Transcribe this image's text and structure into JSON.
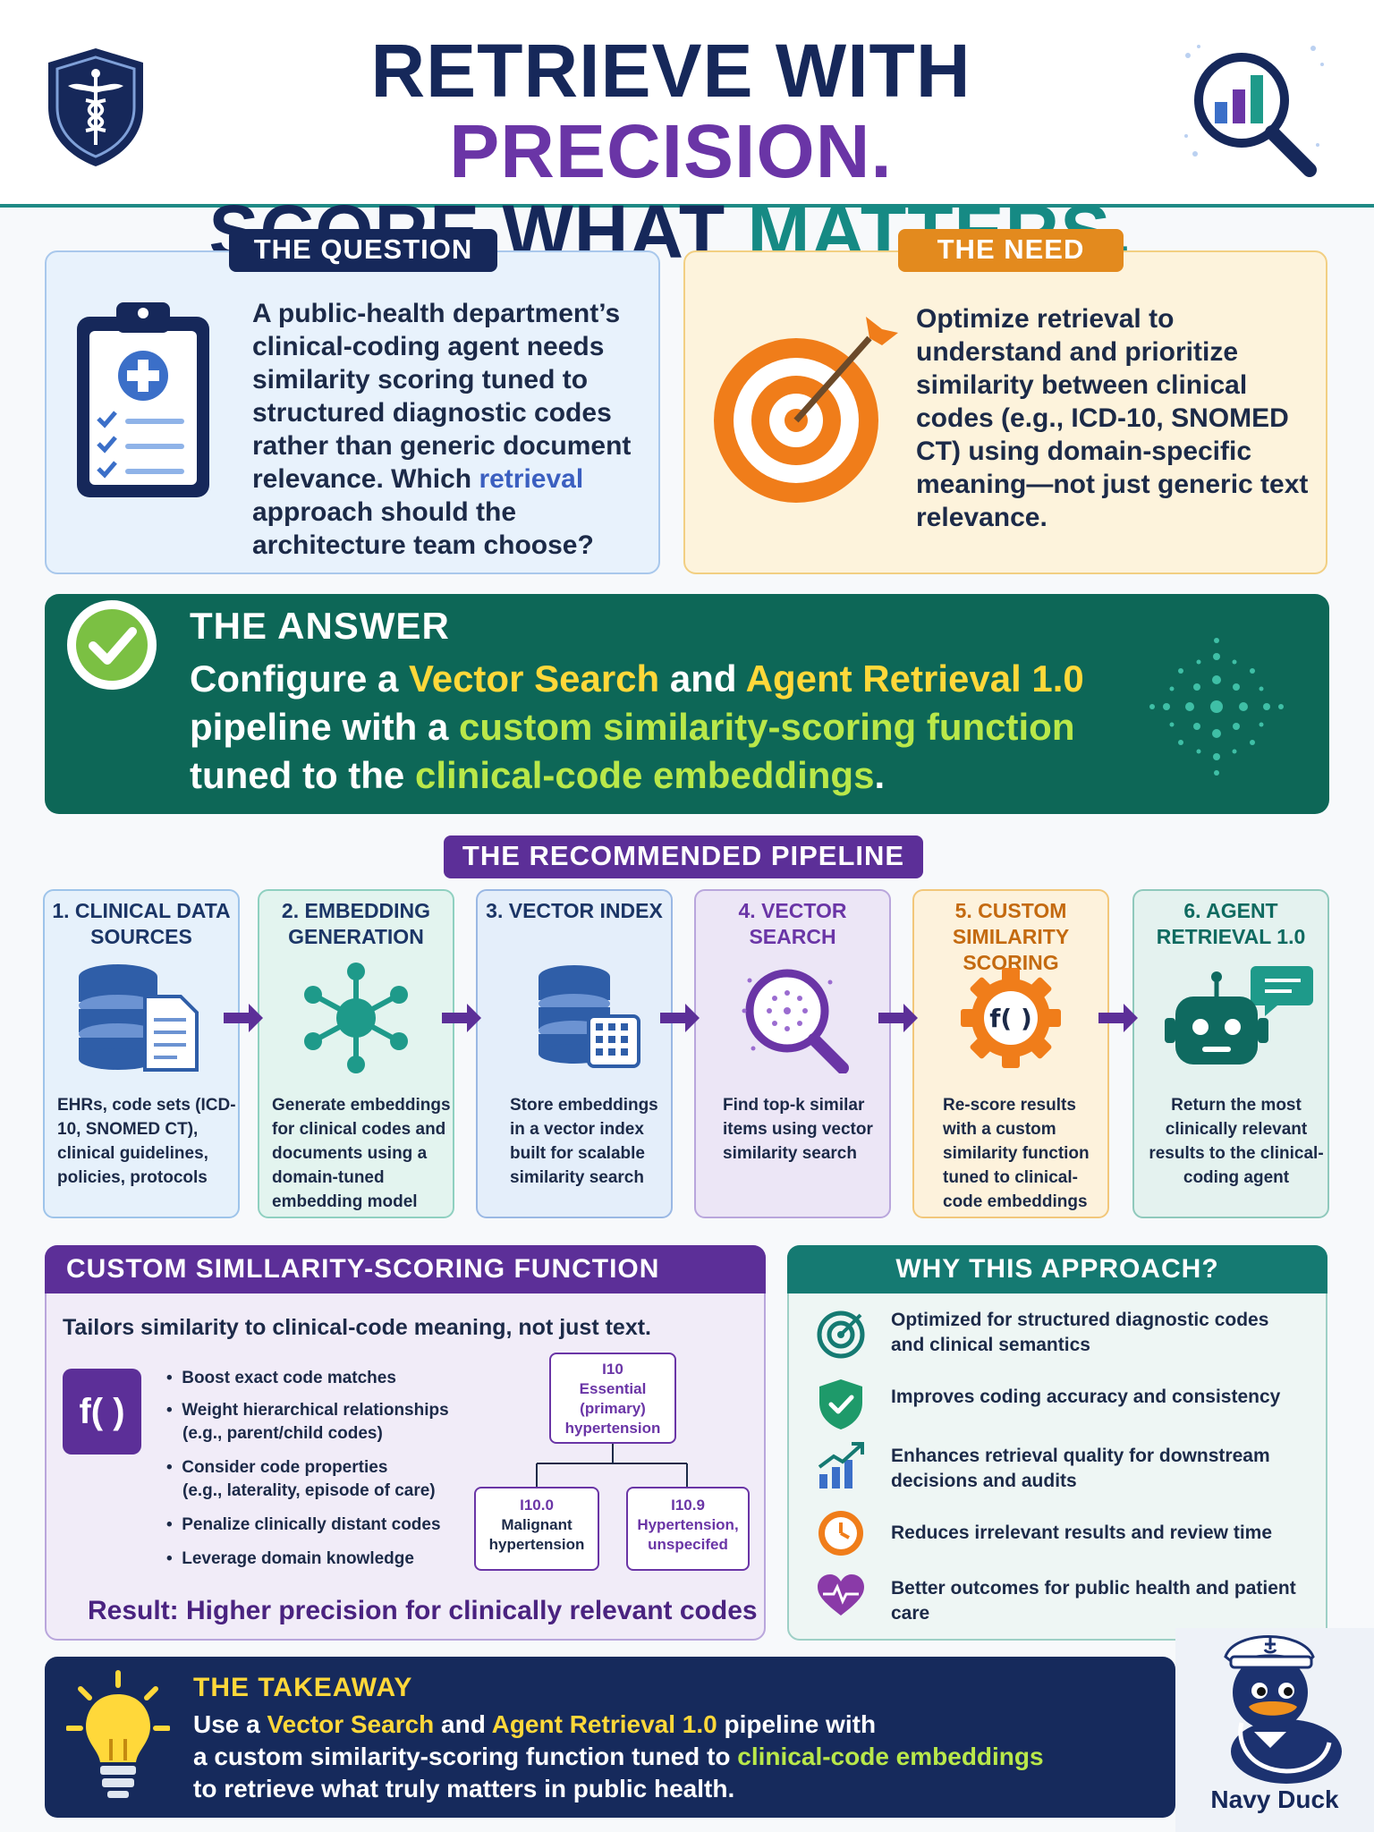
{
  "header": {
    "title_line1_a": "RETRIEVE WITH ",
    "title_line1_b": "PRECISION.",
    "title_line2_a": "SCORE WHAT ",
    "title_line2_b": "MATTERS."
  },
  "question": {
    "label": "THE QUESTION",
    "text_a": "A public-health department’s clinical-coding agent needs similarity scoring tuned to structured diagnostic codes rather than generic document relevance. Which ",
    "text_hl": "retrieval",
    "text_b": " approach should the architecture team choose?"
  },
  "need": {
    "label": "THE NEED",
    "text": "Optimize retrieval to understand and prioritize similarity between clinical codes (e.g., ICD-10, SNOMED CT) using domain-specific meaning—not just generic text relevance."
  },
  "answer": {
    "label": "THE ANSWER",
    "p1": "Configure a ",
    "p2": "Vector Search",
    "p3": " and ",
    "p4": "Agent Retrieval 1.0",
    "p5": " pipeline with a ",
    "p6": "custom similarity-scoring function",
    "p7": " tuned to the ",
    "p8": "clinical-code embeddings",
    "p9": "."
  },
  "pipeline": {
    "label": "THE RECOMMENDED PIPELINE",
    "steps": [
      {
        "title": "1. CLINICAL DATA SOURCES",
        "desc": "EHRs, code sets (ICD-10, SNOMED CT), clinical guidelines, policies, protocols"
      },
      {
        "title": "2. EMBEDDING GENERATION",
        "desc": "Generate embeddings for clinical codes and documents using a domain-tuned embedding model"
      },
      {
        "title": "3. VECTOR INDEX",
        "desc": "Store embeddings in a vector index built for scalable similarity search"
      },
      {
        "title": "4. VECTOR SEARCH",
        "desc": "Find top-k similar items using vector similarity search"
      },
      {
        "title": "5. CUSTOM SIMILARITY SCORING",
        "desc": "Re-score results with a custom similarity function tuned to clinical-code embeddings"
      },
      {
        "title": "6. AGENT RETRIEVAL 1.0",
        "desc": "Return the most clinically relevant results to the clinical-coding agent"
      }
    ],
    "func_glyph": "f( )"
  },
  "custom": {
    "label": "CUSTOM SIMLLARITY-SCORING FUNCTION",
    "subtitle": "Tailors similarity to clinical-code meaning, not just text.",
    "func_glyph": "f( )",
    "bullets": [
      {
        "main": "Boost exact code matches",
        "sub": ""
      },
      {
        "main": "Weight hierarchical relationships",
        "sub": "(e.g., parent/child codes)"
      },
      {
        "main": "Consider code properties",
        "sub": "(e.g., laterality, episode of care)"
      },
      {
        "main": "Penalize clinically distant codes",
        "sub": ""
      },
      {
        "main": "Leverage domain knowledge",
        "sub": ""
      }
    ],
    "tree": {
      "root_code": "I10",
      "root_name": "Essential (primary) hypertension",
      "left_code": "I10.0",
      "left_name": "Malignant hypertension",
      "right_code": "I10.9",
      "right_name": "Hypertension, unspecifed"
    },
    "result": "Result: Higher precision for clinically relevant codes"
  },
  "why": {
    "label": "WHY THIS APPROACH?",
    "items": [
      {
        "icon": "target-icon",
        "text": "Optimized for structured diagnostic codes and clinical semantics"
      },
      {
        "icon": "shield-check-icon",
        "text": "Improves coding accuracy and consistency"
      },
      {
        "icon": "growth-chart-icon",
        "text": "Enhances retrieval quality for downstream decisions and audits"
      },
      {
        "icon": "clock-icon",
        "text": "Reduces irrelevant results and review time"
      },
      {
        "icon": "heart-pulse-icon",
        "text": "Better outcomes for public health and patient care"
      }
    ]
  },
  "takeaway": {
    "label": "THE TAKEAWAY",
    "p1": "Use a ",
    "p2": "Vector Search",
    "p3": " and ",
    "p4": "Agent Retrieval 1.0",
    "p5": " pipeline with",
    "p6": "a custom similarity-scoring function tuned to ",
    "p7": "clinical-code embeddings",
    "p8": "to retrieve what truly matters in public health."
  },
  "brand": {
    "name": "Navy Duck"
  },
  "colors": {
    "navy": "#16285a",
    "purple": "#6a35a6",
    "teal": "#168a84",
    "answer_green": "#0d6757",
    "orange": "#f07d1a",
    "yellow": "#ffd83a"
  }
}
